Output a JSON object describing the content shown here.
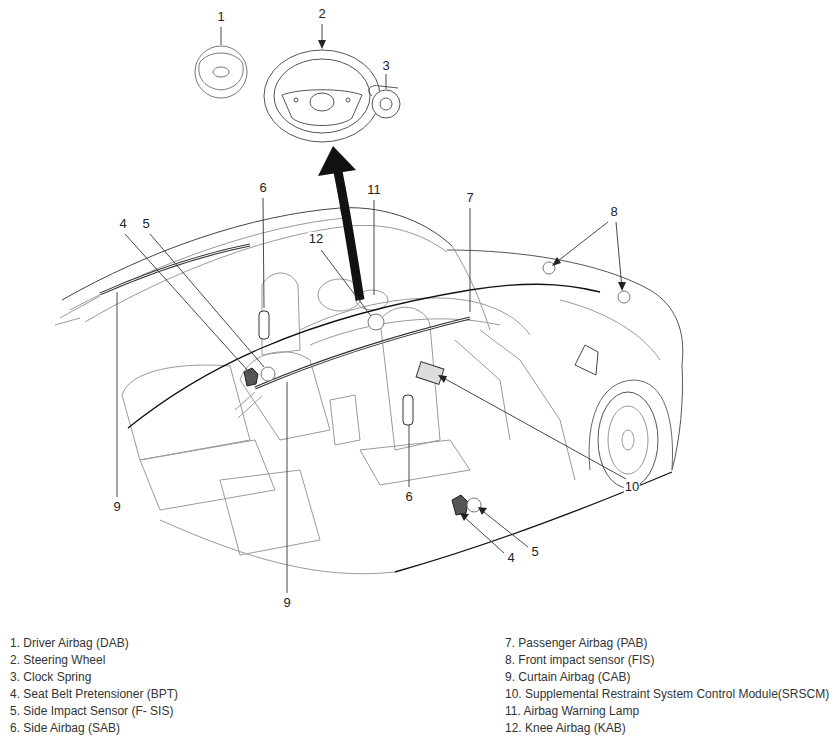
{
  "diagram": {
    "labels": [
      "1",
      "2",
      "3",
      "6",
      "11",
      "7",
      "8",
      "4",
      "5",
      "12",
      "9",
      "10",
      "6",
      "4",
      "5",
      "9",
      "1. Driver Airbag (DAB)",
      "2. Steering Wheel",
      "3. Clock Spring",
      "4. Seat Belt Pretensioner (BPT)",
      "5. Side Impact Sensor (F- SIS)",
      "6. Side Airbag (SAB)",
      "7. Passenger Airbag (PAB)",
      "8. Front impact sensor (FIS)",
      "9. Curtain Airbag (CAB)",
      "10. Supplemental Restraint System Control Module(SRSCM)",
      "11. Airbag Warning Lamp",
      "12. Knee Airbag (KAB)"
    ]
  }
}
